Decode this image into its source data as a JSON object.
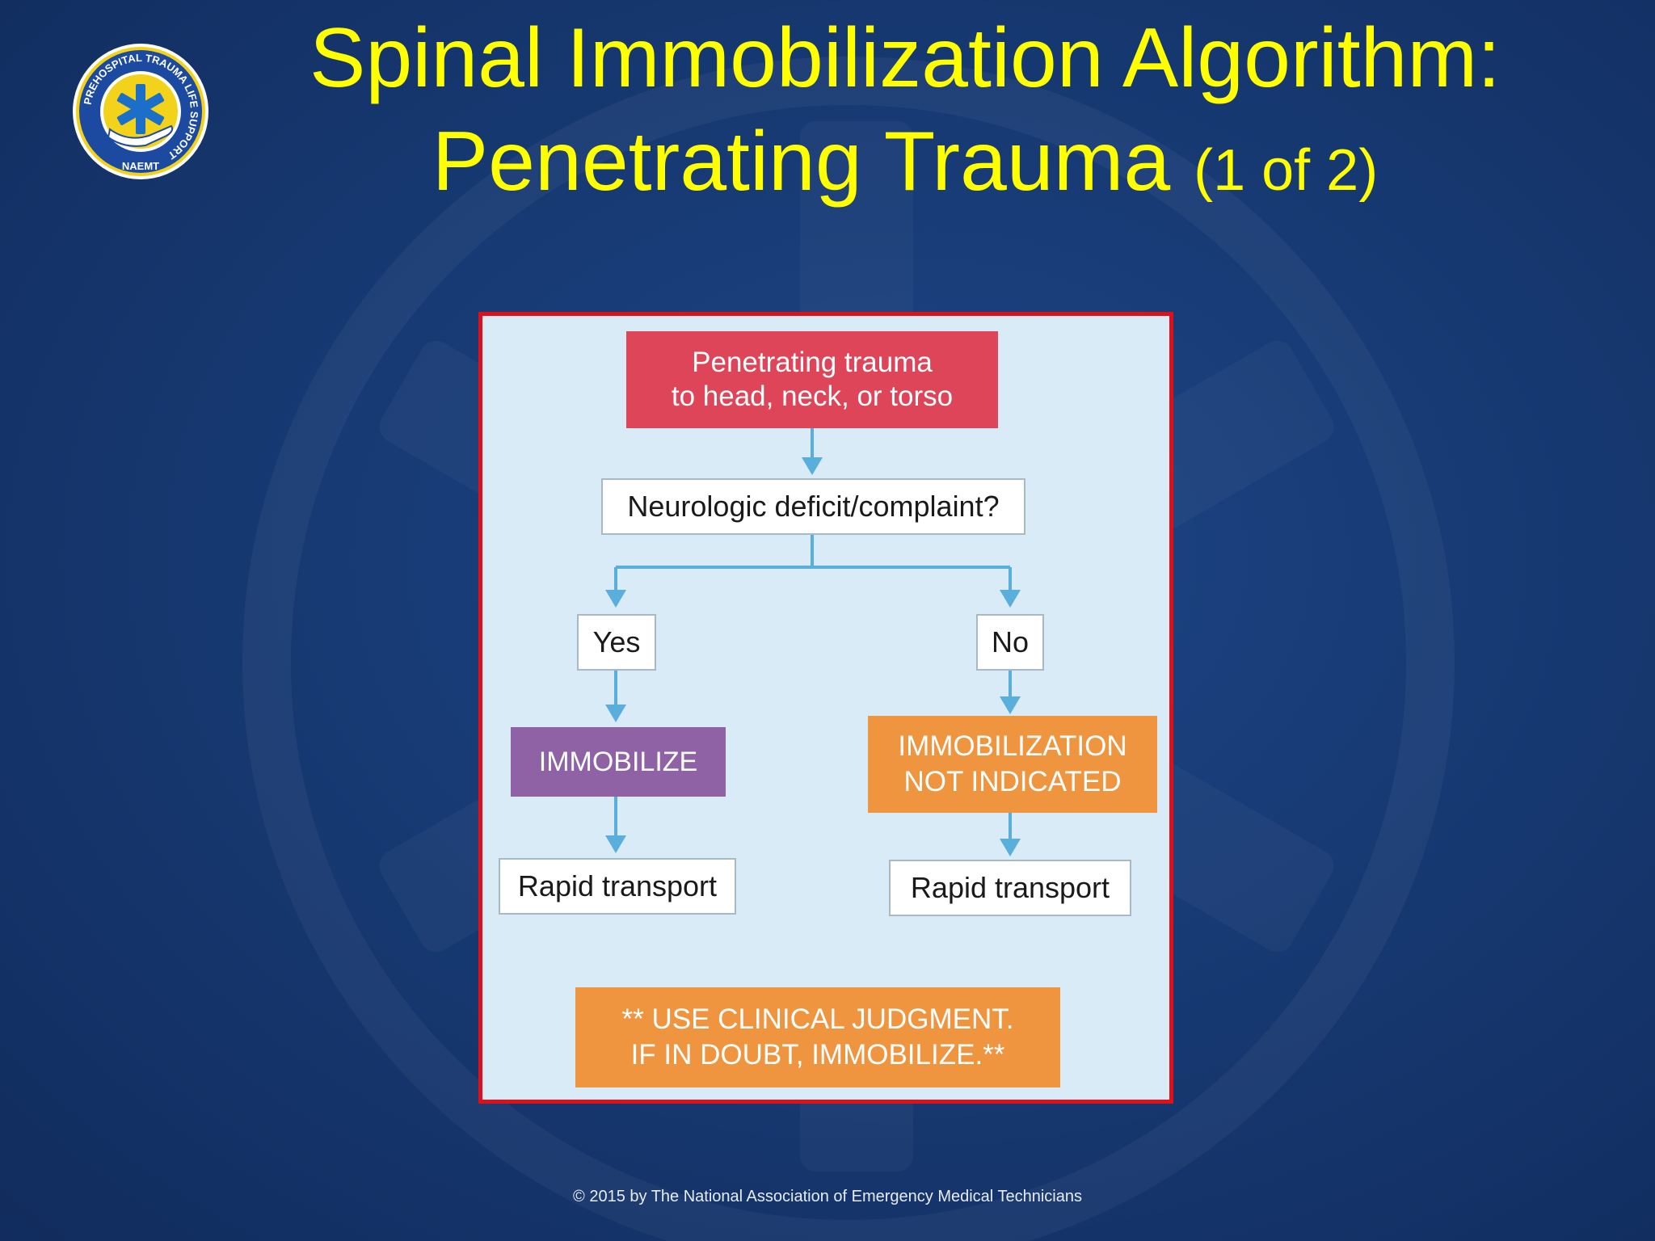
{
  "logo": {
    "ring_text": "PREHOSPITAL TRAUMA LIFE SUPPORT",
    "bottom_text": "NAEMT",
    "icon": "star-of-life-icon"
  },
  "title": {
    "line1": "Spinal Immobilization Algorithm:",
    "line2": "Penetrating Trauma",
    "sub": "(1 of 2)"
  },
  "flowchart": {
    "start": {
      "line1": "Penetrating trauma",
      "line2": "to head, neck, or torso"
    },
    "question": "Neurologic deficit/complaint?",
    "yes_label": "Yes",
    "no_label": "No",
    "immobilize": "IMMOBILIZE",
    "not_indicated": {
      "line1": "IMMOBILIZATION",
      "line2": "NOT INDICATED"
    },
    "yes_transport": "Rapid transport",
    "no_transport": "Rapid transport",
    "judgment": {
      "line1": "** USE CLINICAL JUDGMENT.",
      "line2": "IF IN DOUBT, IMMOBILIZE.**"
    }
  },
  "footer": {
    "copyright": "© 2015 by The National Association of Emergency Medical Technicians"
  },
  "colors": {
    "background": "#173a74",
    "title": "#ffff00",
    "frame_border": "#e0101a",
    "frame_fill": "#d8ebf6",
    "start_box": "#de4558",
    "immobilize_box": "#8e62a4",
    "orange_box": "#f0953f",
    "arrow": "#5aaedb"
  }
}
